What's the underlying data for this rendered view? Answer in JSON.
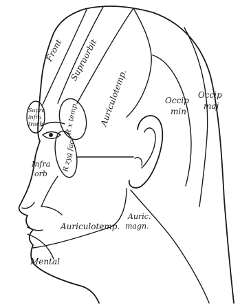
{
  "labels": {
    "front": "Front",
    "supraorbit": "Supraorbit",
    "auriculotemp_upper": "Auriculotemp.",
    "occip_min_1": "Occip",
    "occip_min_2": "min",
    "occip_maj_1": "Occip",
    "occip_maj_2": "maj",
    "supratroch_1": "Supra",
    "supratroch_2": "infra",
    "supratroch_3": "troch",
    "r_x_temp": "R x temp",
    "r_zyg_fac": "R zyg fac",
    "infraorb_1": "Infra",
    "infraorb_2": "orb",
    "auriculotemp_lower": "Auriculotemp.",
    "auric_magn_1": "Auric.",
    "auric_magn_2": "magn.",
    "mental": "Mental"
  }
}
